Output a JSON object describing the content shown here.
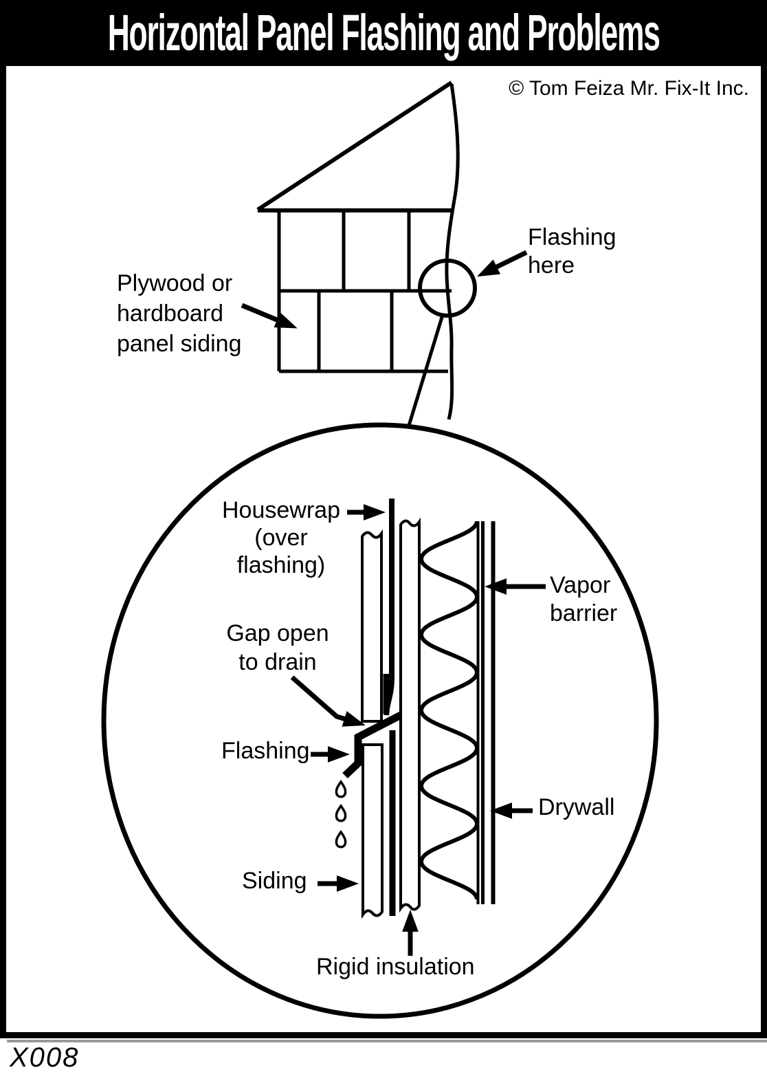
{
  "title": "Horizontal Panel Flashing and Problems",
  "copyright": "© Tom Feiza Mr. Fix-It Inc.",
  "figure_id": "X008",
  "colors": {
    "ink": "#000000",
    "paper": "#ffffff",
    "title_fg": "#ffffff",
    "shadow": "#9a9a9a"
  },
  "house_labels": {
    "panel_siding": "Plywood or\nhardboard\npanel siding",
    "flashing_here": "Flashing\nhere"
  },
  "detail_labels": {
    "housewrap": "Housewrap\n(over\nflashing)",
    "gap": "Gap open\nto drain",
    "flashing": "Flashing",
    "siding": "Siding",
    "rigid_insulation": "Rigid insulation",
    "vapor_barrier": "Vapor\nbarrier",
    "drywall": "Drywall"
  }
}
